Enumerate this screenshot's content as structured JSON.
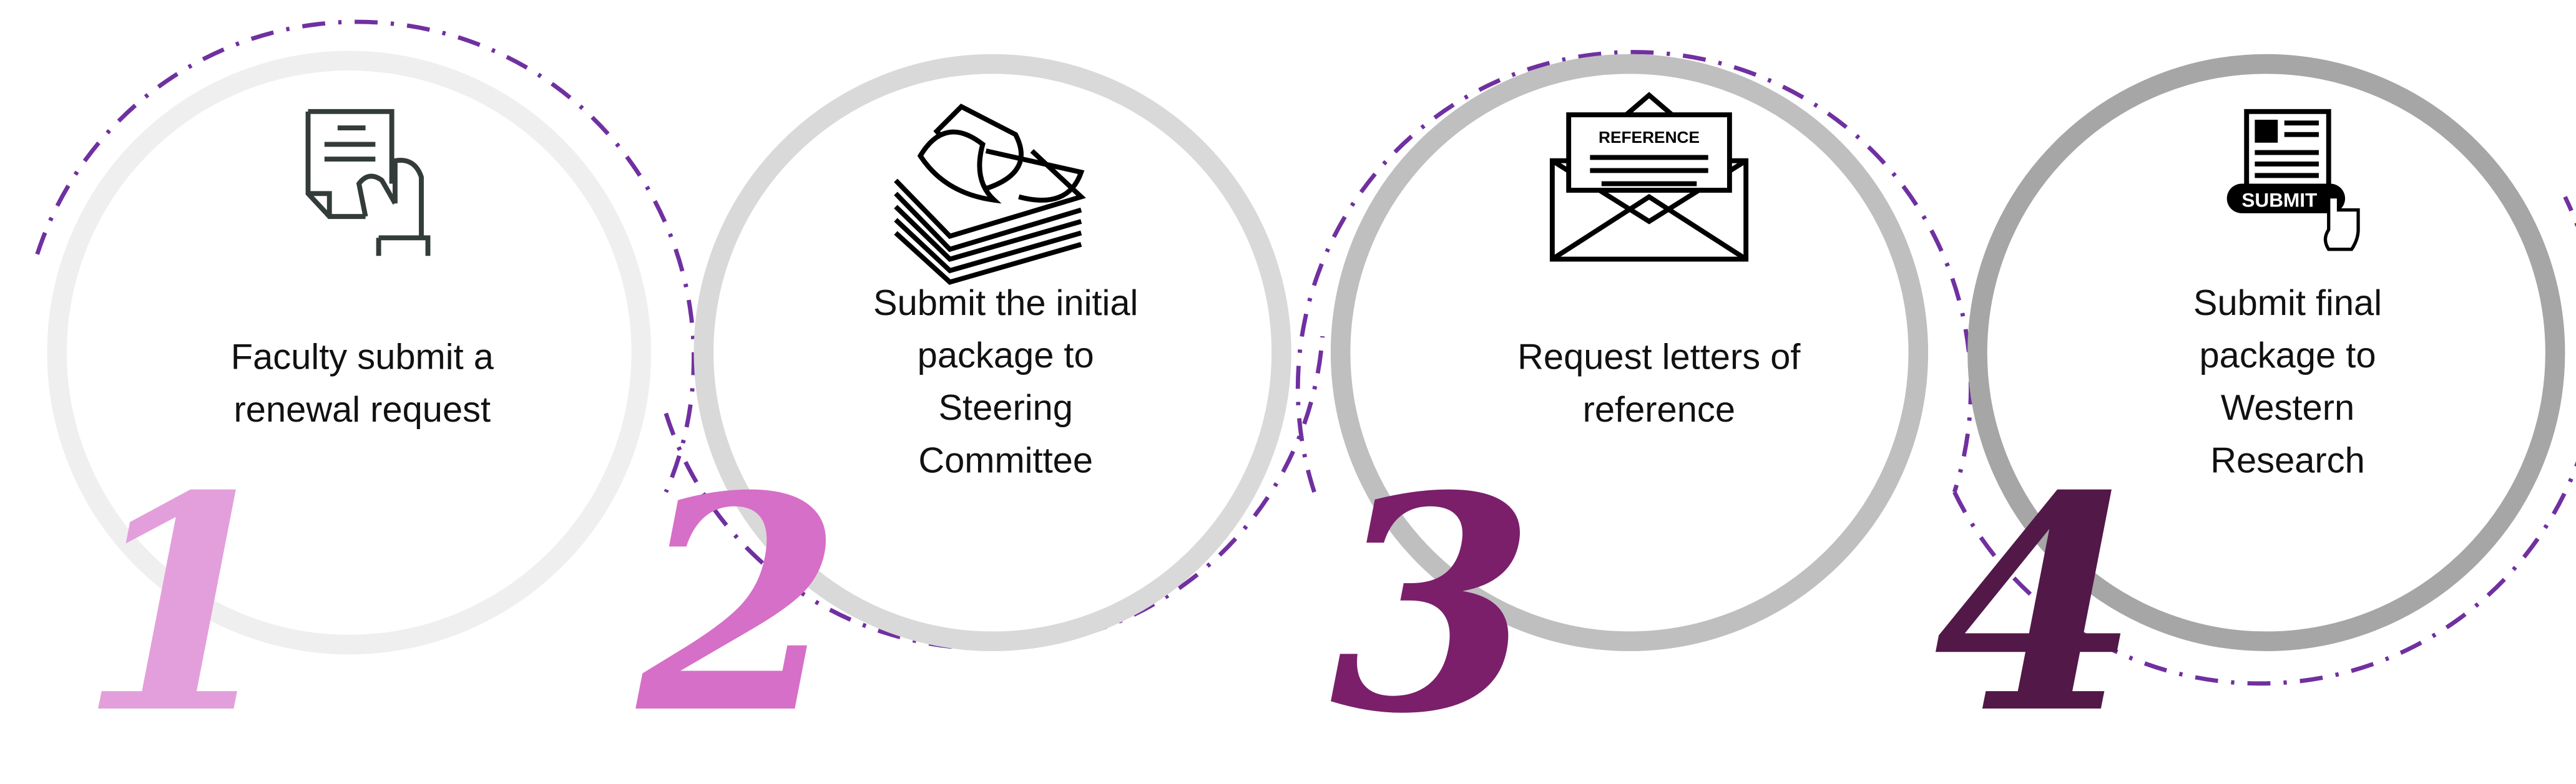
{
  "steps": [
    {
      "number": "1",
      "label_lines": [
        "Faculty submit a",
        "renewal request"
      ],
      "icon": "hand-holding-document-icon",
      "number_color": "#e39fdb",
      "ring_color": "#efefef"
    },
    {
      "number": "2",
      "label_lines": [
        "Submit the initial",
        "package to",
        "Steering",
        "Committee"
      ],
      "icon": "paper-stack-icon",
      "number_color": "#d66fc7",
      "ring_color": "#d9d9d9"
    },
    {
      "number": "3",
      "label_lines": [
        "Request letters of",
        "reference"
      ],
      "icon": "reference-envelope-icon",
      "icon_text": "REFERENCE",
      "number_color": "#7b1f6b",
      "ring_color": "#bfbfbf"
    },
    {
      "number": "4",
      "label_lines": [
        "Submit final",
        "package to",
        "Western",
        "Research"
      ],
      "icon": "submit-form-icon",
      "icon_text": "SUBMIT",
      "number_color": "#521848",
      "ring_color": "#a6a6a6"
    }
  ],
  "colors": {
    "dash_accent": "#7030a0"
  }
}
